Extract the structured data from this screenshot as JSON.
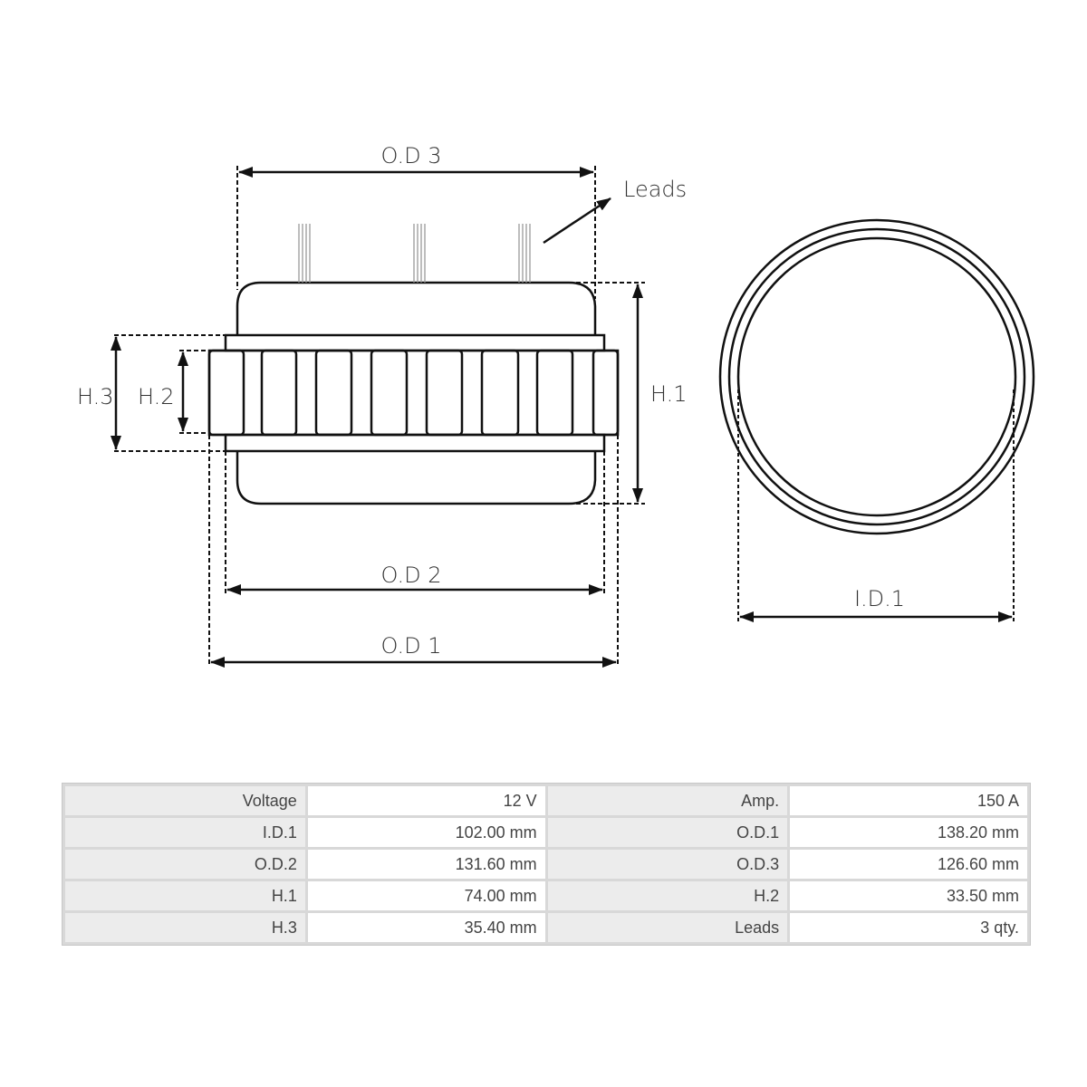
{
  "drawing": {
    "labels": {
      "od3": "O.D 3",
      "od2": "O.D 2",
      "od1": "O.D 1",
      "id1": "I.D.1",
      "h1": "H.1",
      "h2": "H.2",
      "h3": "H.3",
      "leads": "Leads"
    },
    "views": [
      "side-view",
      "top-view"
    ],
    "lead_count": 3,
    "stroke_color": "#111111"
  },
  "spec_table": {
    "rows": [
      {
        "left_label": "Voltage",
        "left_value": "12 V",
        "right_label": "Amp.",
        "right_value": "150 A"
      },
      {
        "left_label": "I.D.1",
        "left_value": "102.00 mm",
        "right_label": "O.D.1",
        "right_value": "138.20 mm"
      },
      {
        "left_label": "O.D.2",
        "left_value": "131.60 mm",
        "right_label": "O.D.3",
        "right_value": "126.60 mm"
      },
      {
        "left_label": "H.1",
        "left_value": "74.00 mm",
        "right_label": "H.2",
        "right_value": "33.50 mm"
      },
      {
        "left_label": "H.3",
        "left_value": "35.40 mm",
        "right_label": "Leads",
        "right_value": "3 qty."
      }
    ],
    "label_bg": "#ececec",
    "value_bg": "#ffffff",
    "border_color": "#d8d8d8"
  }
}
